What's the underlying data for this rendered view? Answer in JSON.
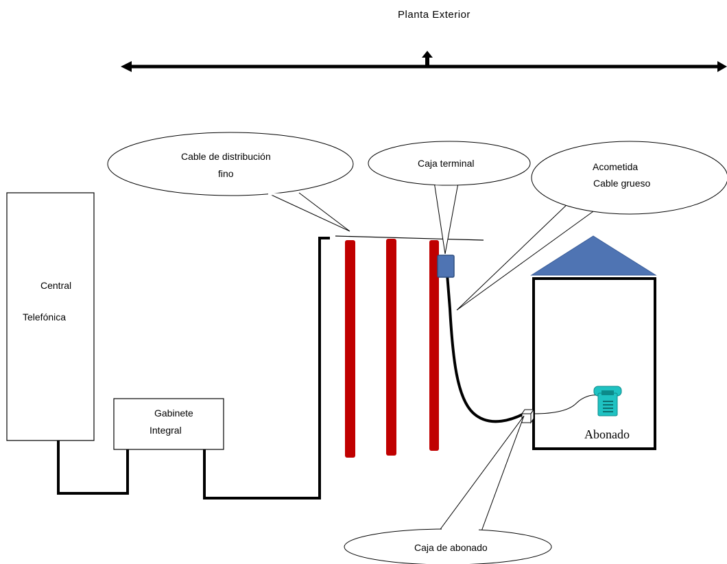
{
  "title": "Planta Exterior",
  "central": {
    "line1": "Central",
    "line2": "Telefónica"
  },
  "gabinete": {
    "line1": "Gabinete",
    "line2": "Integral"
  },
  "callouts": {
    "cable_distribucion": {
      "line1": "Cable de distribución",
      "line2": "fino"
    },
    "caja_terminal": {
      "line1": "Caja terminal"
    },
    "acometida": {
      "line1": "Acometida",
      "line2": "Cable grueso"
    },
    "caja_abonado": {
      "line1": "Caja de abonado"
    }
  },
  "house": {
    "label": "Abonado"
  },
  "colors": {
    "pole": "#c00000",
    "roof": "#4f74b3",
    "terminal_box": "#4f74b3",
    "phone": "#1fc2c2",
    "line": "#000000"
  },
  "icons": {
    "phone": "telephone-icon",
    "arrow": "double-headed-arrow-icon"
  }
}
